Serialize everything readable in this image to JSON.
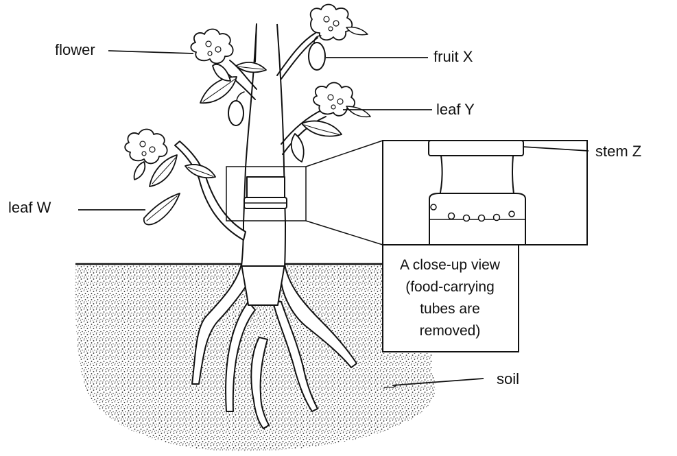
{
  "labels": {
    "flower": "flower",
    "fruit_x": "fruit X",
    "leaf_y": "leaf Y",
    "stem_z": "stem Z",
    "leaf_w": "leaf W",
    "soil": "soil"
  },
  "caption": {
    "line1": "A close-up view",
    "line2": "(food-carrying",
    "line3": "tubes are",
    "line4": "removed)"
  }
}
